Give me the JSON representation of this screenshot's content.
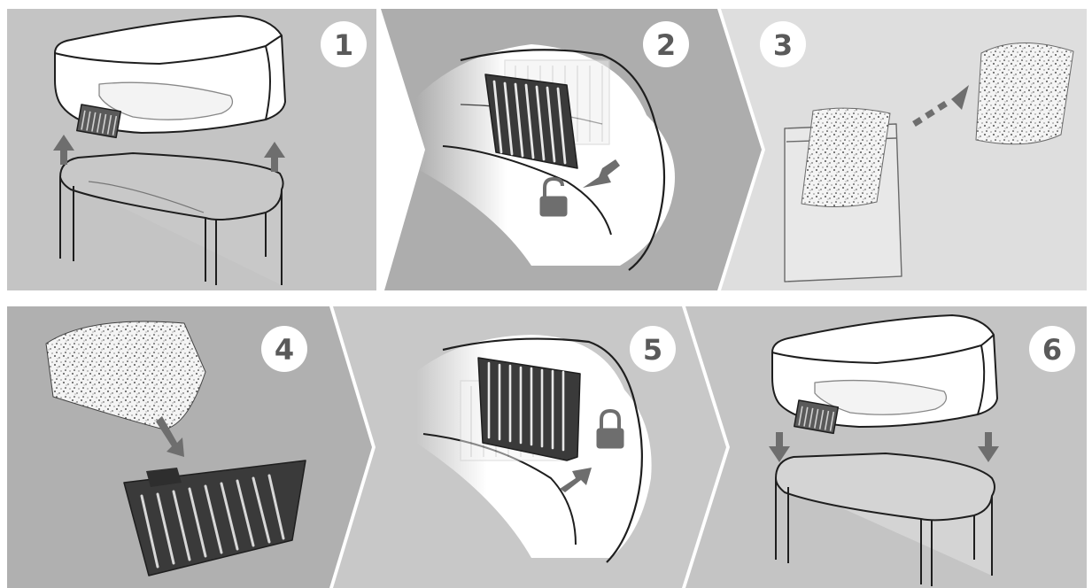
{
  "steps": [
    {
      "number": "1",
      "color": "#c4c4c4",
      "action": "lift-lid"
    },
    {
      "number": "2",
      "color": "#adadad",
      "action": "unlock-filter"
    },
    {
      "number": "3",
      "color": "#dedede",
      "action": "unwrap-refill"
    },
    {
      "number": "4",
      "color": "#b0b0b0",
      "action": "insert-refill"
    },
    {
      "number": "5",
      "color": "#c8c8c8",
      "action": "lock-filter"
    },
    {
      "number": "6",
      "color": "#c4c4c4",
      "action": "close-lid"
    }
  ],
  "colors": {
    "divider": "#ffffff",
    "badge": "#ffffff",
    "badge_text": "#5a5a5a",
    "arrow": "#6e6e6e",
    "ink": "#1e1e1e",
    "filter_dark": "#3a3a3a",
    "refill": "#f4f4f4"
  },
  "icons": {
    "unlock": "unlocked-padlock-icon",
    "lock": "locked-padlock-icon"
  }
}
